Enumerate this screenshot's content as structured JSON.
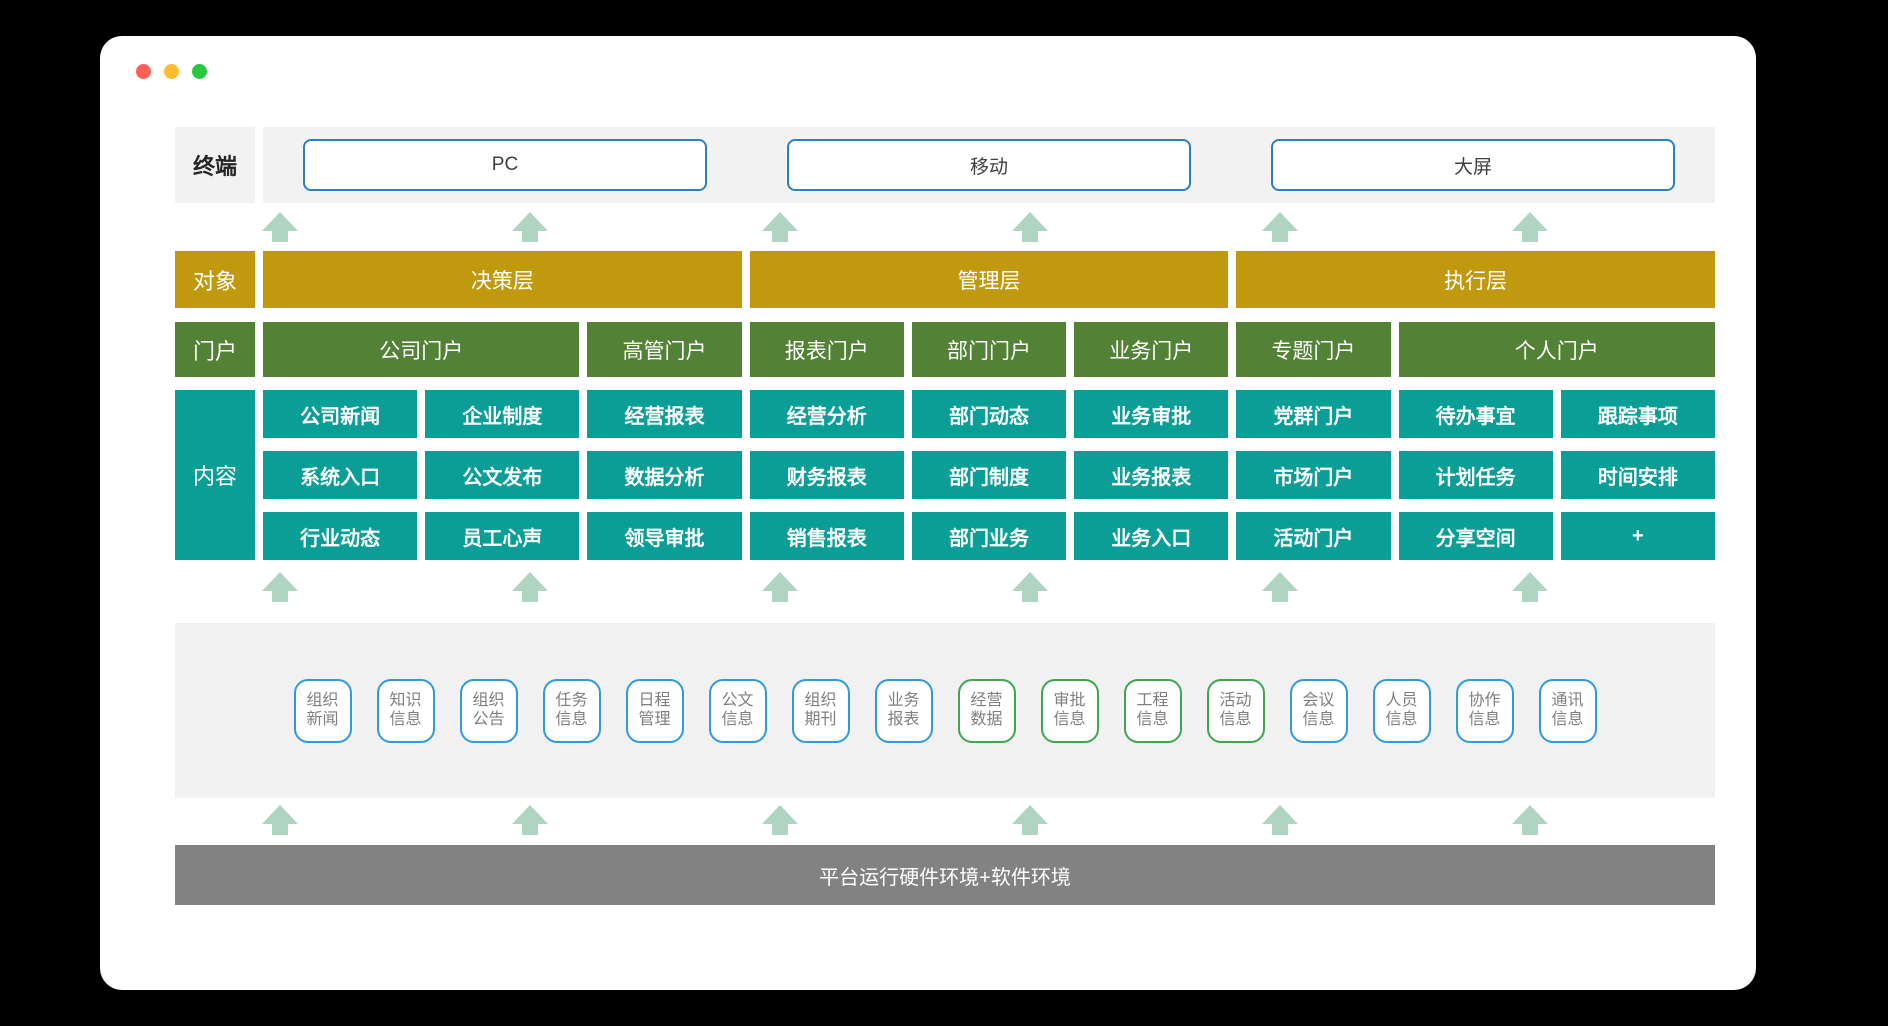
{
  "colors": {
    "gold": "#C0990F",
    "green": "#538135",
    "teal": "#0B9E96",
    "arrow": "#AFD4C2",
    "strip_bg": "#F2F2F2",
    "panel_bg": "#F1F1F1",
    "bar_bg": "#828282",
    "terminal_border": "#2E7FC2",
    "source_blue": "#2F9BD8",
    "source_green": "#3EA550",
    "traffic_lights": [
      "#FF5F57",
      "#FEBC2E",
      "#28C840"
    ]
  },
  "terminal_row": {
    "label": "终端",
    "devices": [
      "PC",
      "移动",
      "大屏"
    ]
  },
  "object_row": {
    "label": "对象",
    "groups": [
      "决策层",
      "管理层",
      "执行层"
    ]
  },
  "portal_row": {
    "label": "门户",
    "portals": [
      {
        "label": "公司门户",
        "span": 2
      },
      {
        "label": "高管门户",
        "span": 1
      },
      {
        "label": "报表门户",
        "span": 1
      },
      {
        "label": "部门门户",
        "span": 1
      },
      {
        "label": "业务门户",
        "span": 1
      },
      {
        "label": "专题门户",
        "span": 1
      },
      {
        "label": "个人门户",
        "span": 2
      }
    ]
  },
  "content_row": {
    "label": "内容",
    "cells": [
      [
        "公司新闻",
        "企业制度",
        "经营报表",
        "经营分析",
        "部门动态",
        "业务审批",
        "党群门户",
        "待办事宜",
        "跟踪事项"
      ],
      [
        "系统入口",
        "公文发布",
        "数据分析",
        "财务报表",
        "部门制度",
        "业务报表",
        "市场门户",
        "计划任务",
        "时间安排"
      ],
      [
        "行业动态",
        "员工心声",
        "领导审批",
        "销售报表",
        "部门业务",
        "业务入口",
        "活动门户",
        "分享空间",
        "+"
      ]
    ]
  },
  "source_row": {
    "items": [
      {
        "label": "组织\n新闻",
        "accent": "blue"
      },
      {
        "label": "知识\n信息",
        "accent": "blue"
      },
      {
        "label": "组织\n公告",
        "accent": "blue"
      },
      {
        "label": "任务\n信息",
        "accent": "blue"
      },
      {
        "label": "日程\n管理",
        "accent": "blue"
      },
      {
        "label": "公文\n信息",
        "accent": "blue"
      },
      {
        "label": "组织\n期刊",
        "accent": "blue"
      },
      {
        "label": "业务\n报表",
        "accent": "blue"
      },
      {
        "label": "经营\n数据",
        "accent": "green"
      },
      {
        "label": "审批\n信息",
        "accent": "green"
      },
      {
        "label": "工程\n信息",
        "accent": "green"
      },
      {
        "label": "活动\n信息",
        "accent": "green"
      },
      {
        "label": "会议\n信息",
        "accent": "blue"
      },
      {
        "label": "人员\n信息",
        "accent": "blue"
      },
      {
        "label": "协作\n信息",
        "accent": "blue"
      },
      {
        "label": "通讯\n信息",
        "accent": "blue"
      }
    ]
  },
  "platform_bar": {
    "label": "平台运行硬件环境+软件环境"
  }
}
